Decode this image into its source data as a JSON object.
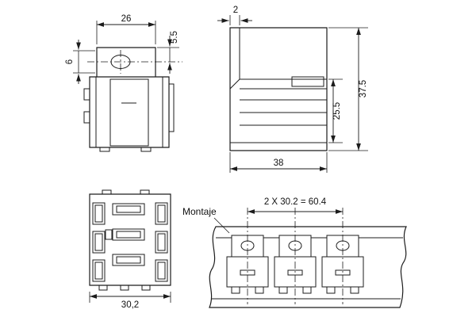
{
  "drawing": {
    "background_color": "#ffffff",
    "line_color": "#1c1c1c",
    "views": {
      "front": {
        "dim_width_top": "26",
        "dim_hole_center": "5.5",
        "dim_flange": "6"
      },
      "side": {
        "dim_flange_thickness": "2",
        "dim_body_height": "25.5",
        "dim_overall_height": "37.5",
        "dim_depth": "38"
      },
      "bottom": {
        "dim_width": "30,2"
      },
      "mounting": {
        "label": "Montaje",
        "dim_spacing": "2 X 30.2 = 60.4"
      }
    }
  }
}
